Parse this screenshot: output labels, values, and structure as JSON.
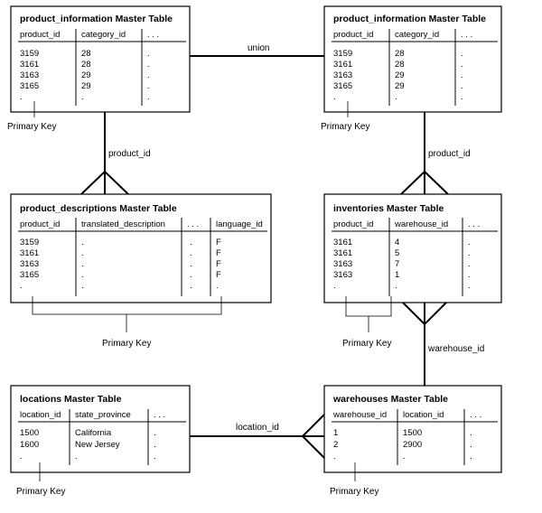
{
  "tables": [
    {
      "id": "pi1",
      "title": "product_information Master Table",
      "columns": [
        "product_id",
        "category_id",
        ". . ."
      ],
      "rows": [
        [
          "3159",
          "28",
          "."
        ],
        [
          "3161",
          "28",
          "."
        ],
        [
          "3163",
          "29",
          "."
        ],
        [
          "3165",
          "29",
          "."
        ],
        [
          ".",
          ".",
          "."
        ]
      ]
    },
    {
      "id": "pi2",
      "title": "product_information Master Table",
      "columns": [
        "product_id",
        "category_id",
        ". . ."
      ],
      "rows": [
        [
          "3159",
          "28",
          "."
        ],
        [
          "3161",
          "28",
          "."
        ],
        [
          "3163",
          "29",
          "."
        ],
        [
          "3165",
          "29",
          "."
        ],
        [
          ".",
          ".",
          "."
        ]
      ]
    },
    {
      "id": "pd",
      "title": "product_descriptions Master Table",
      "columns": [
        "product_id",
        "translated_description",
        ". . .",
        "language_id"
      ],
      "rows": [
        [
          "3159",
          ".",
          ".",
          "F"
        ],
        [
          "3161",
          ".",
          ".",
          "F"
        ],
        [
          "3163",
          ".",
          ".",
          "F"
        ],
        [
          "3165",
          ".",
          ".",
          "F"
        ],
        [
          ".",
          ".",
          ".",
          "."
        ]
      ]
    },
    {
      "id": "inv",
      "title": "inventories Master Table",
      "columns": [
        "product_id",
        "warehouse_id",
        ". . ."
      ],
      "rows": [
        [
          "3161",
          "4",
          "."
        ],
        [
          "3161",
          "5",
          "."
        ],
        [
          "3163",
          "7",
          "."
        ],
        [
          "3163",
          "1",
          "."
        ],
        [
          ".",
          ".",
          "."
        ]
      ]
    },
    {
      "id": "loc",
      "title": "locations Master Table",
      "columns": [
        "location_id",
        "state_province",
        ". . ."
      ],
      "rows": [
        [
          "1500",
          "California",
          "."
        ],
        [
          "1600",
          "New Jersey",
          "."
        ],
        [
          ".",
          ".",
          "."
        ]
      ]
    },
    {
      "id": "wh",
      "title": "warehouses Master Table",
      "columns": [
        "warehouse_id",
        "location_id",
        ". . ."
      ],
      "rows": [
        [
          "1",
          "1500",
          "."
        ],
        [
          "2",
          "2900",
          "."
        ],
        [
          ".",
          ".",
          "."
        ]
      ]
    }
  ],
  "relations": [
    {
      "id": "rel-union",
      "label": "union"
    },
    {
      "id": "rel-pd",
      "label": "product_id"
    },
    {
      "id": "rel-inv",
      "label": "product_id"
    },
    {
      "id": "rel-wh",
      "label": "warehouse_id"
    },
    {
      "id": "rel-loc",
      "label": "location_id"
    }
  ],
  "primary_key_label": "Primary Key"
}
